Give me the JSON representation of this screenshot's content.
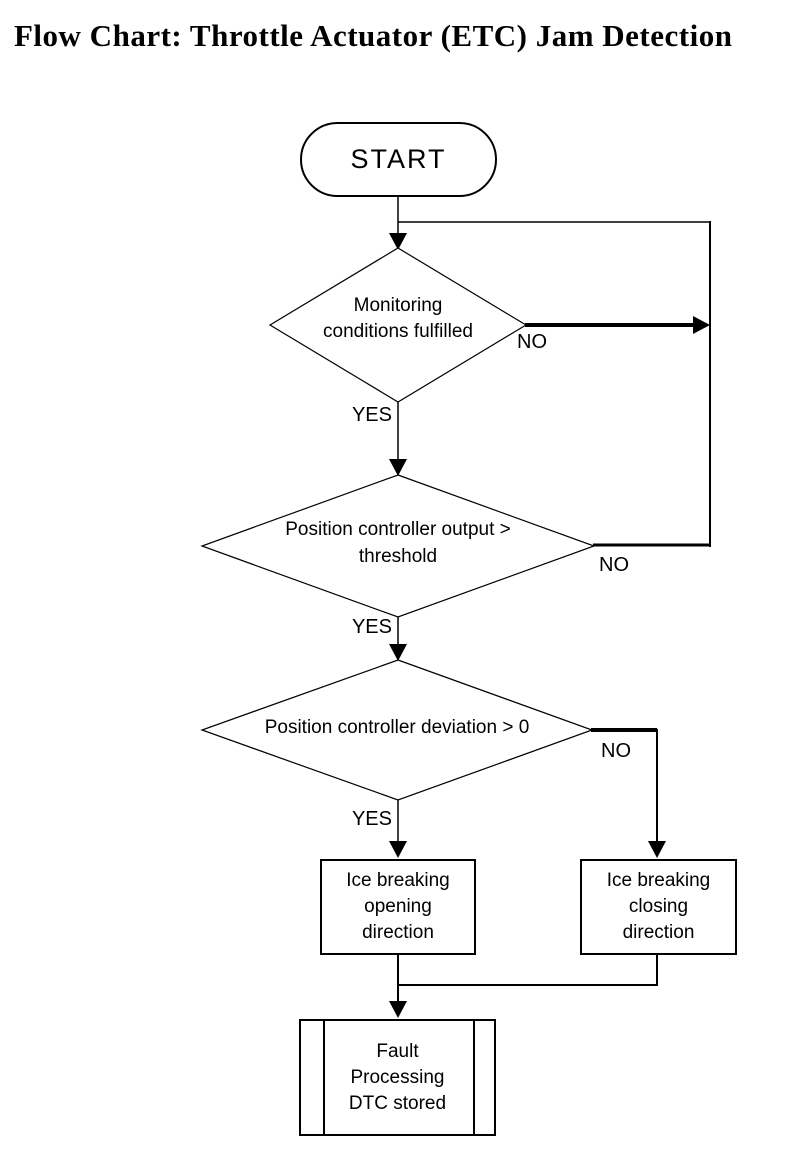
{
  "title": "Flow Chart: Throttle Actuator (ETC) Jam Detection",
  "colors": {
    "line": "#000000",
    "text": "#000000",
    "background": "#ffffff"
  },
  "flowchart": {
    "start": {
      "type": "terminator",
      "label": "START"
    },
    "decisions": [
      {
        "id": "monitoring-conditions",
        "text": "Monitoring\nconditions fulfilled",
        "yes_label": "YES",
        "no_label": "NO"
      },
      {
        "id": "controller-output",
        "text": "Position controller output >\nthreshold",
        "yes_label": "YES",
        "no_label": "NO"
      },
      {
        "id": "controller-deviation",
        "text": "Position controller deviation > 0",
        "yes_label": "YES",
        "no_label": "NO"
      }
    ],
    "processes": [
      {
        "id": "ice-breaking-opening",
        "text": "Ice breaking\nopening\ndirection"
      },
      {
        "id": "ice-breaking-closing",
        "text": "Ice breaking\nclosing\ndirection"
      }
    ],
    "predefined_process": {
      "id": "fault-processing",
      "text": "Fault\nProcessing\nDTC stored"
    }
  }
}
